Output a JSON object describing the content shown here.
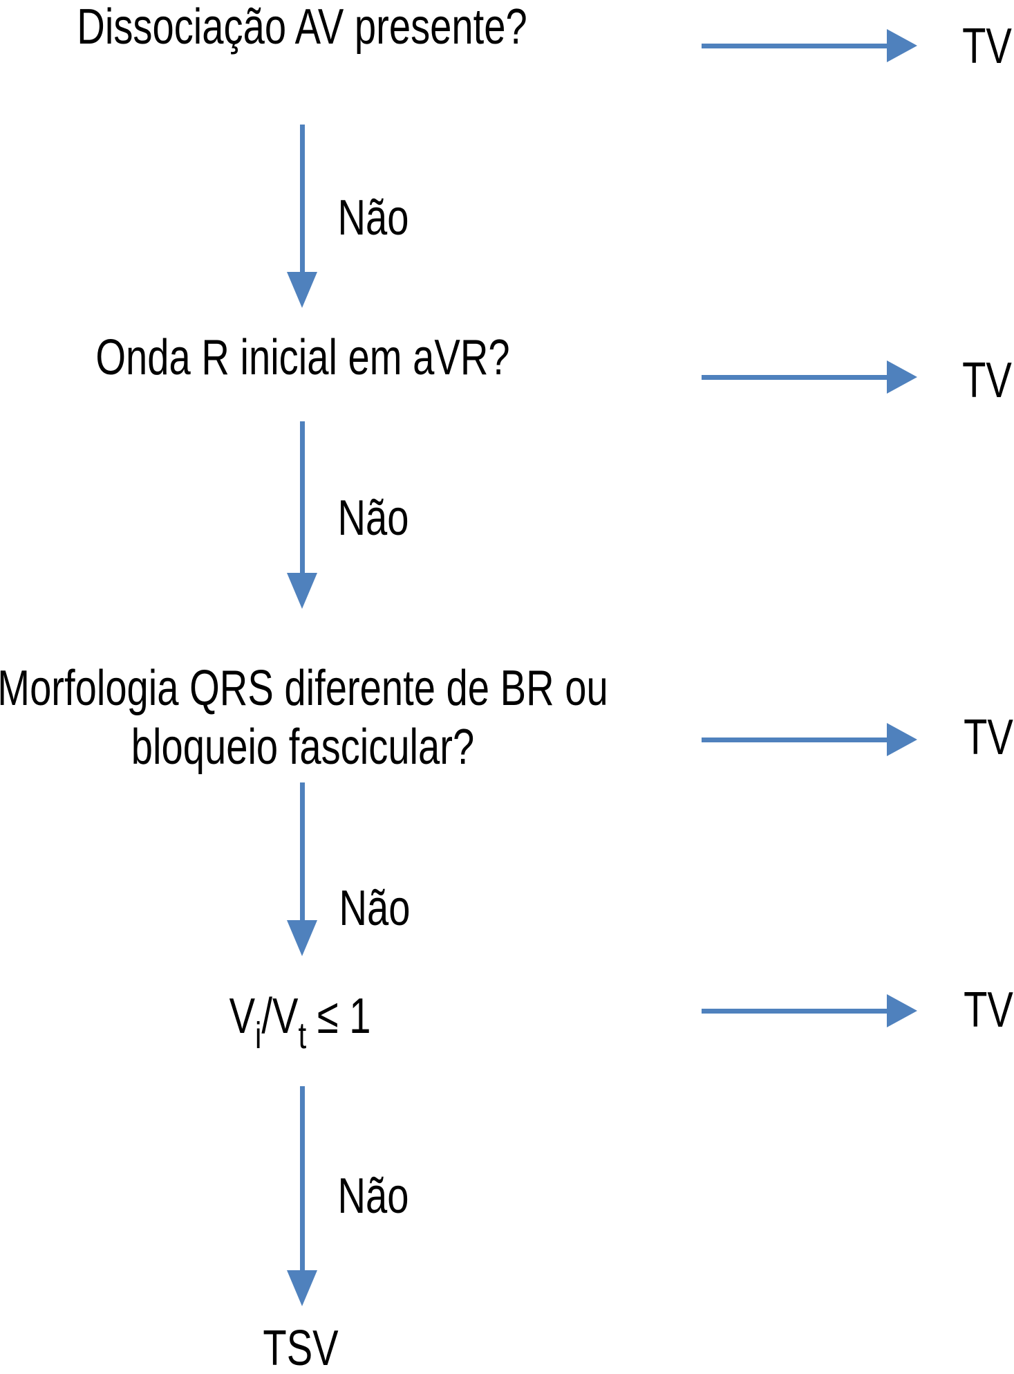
{
  "labels": {
    "question1": "Dissociação AV presente?",
    "question2": "Onda R inicial em aVR?",
    "question3_line1": "Morfologia QRS diferente de BR ou",
    "question3_line2": "bloqueio fascicular?",
    "question4": {
      "base1": "V",
      "sub1": "i",
      "base2": "/V",
      "sub2": "t",
      "tail": " ≤ 1"
    },
    "no": "Não",
    "tv": "TV",
    "tsv": "TSV"
  },
  "colors": {
    "arrow": "#4f81bd",
    "text": "#000000",
    "background": "#ffffff"
  }
}
